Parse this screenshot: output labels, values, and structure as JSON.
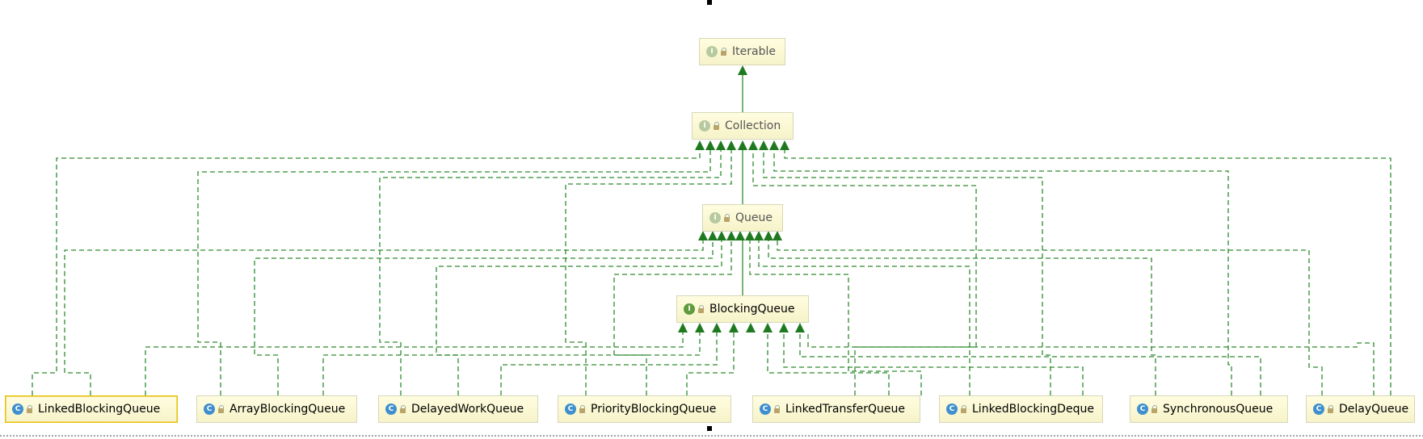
{
  "diagram": {
    "nodes": [
      {
        "id": "iterable",
        "label": "Iterable",
        "kind": "interface",
        "icon": "I"
      },
      {
        "id": "collection",
        "label": "Collection",
        "kind": "interface",
        "icon": "I"
      },
      {
        "id": "queue",
        "label": "Queue",
        "kind": "interface",
        "icon": "I"
      },
      {
        "id": "blockingqueue",
        "label": "BlockingQueue",
        "kind": "interface",
        "icon": "I"
      },
      {
        "id": "linkedblockingqueue",
        "label": "LinkedBlockingQueue",
        "kind": "class",
        "icon": "C"
      },
      {
        "id": "arrayblockingqueue",
        "label": "ArrayBlockingQueue",
        "kind": "class",
        "icon": "C"
      },
      {
        "id": "delayedworkqueue",
        "label": "DelayedWorkQueue",
        "kind": "class",
        "icon": "C"
      },
      {
        "id": "priorityblockingqueue",
        "label": "PriorityBlockingQueue",
        "kind": "class",
        "icon": "C"
      },
      {
        "id": "linkedtransferqueue",
        "label": "LinkedTransferQueue",
        "kind": "class",
        "icon": "C"
      },
      {
        "id": "linkedblockingdeque",
        "label": "LinkedBlockingDeque",
        "kind": "class",
        "icon": "C"
      },
      {
        "id": "synchronousqueue",
        "label": "SynchronousQueue",
        "kind": "class",
        "icon": "C"
      },
      {
        "id": "delayqueue",
        "label": "DelayQueue",
        "kind": "class",
        "icon": "C"
      }
    ],
    "colors": {
      "edge": "#2e8b2e",
      "arrow": "#1f7a1f",
      "class_icon": "#3f8fcf",
      "interface_icon": "#5f9b3e"
    }
  }
}
